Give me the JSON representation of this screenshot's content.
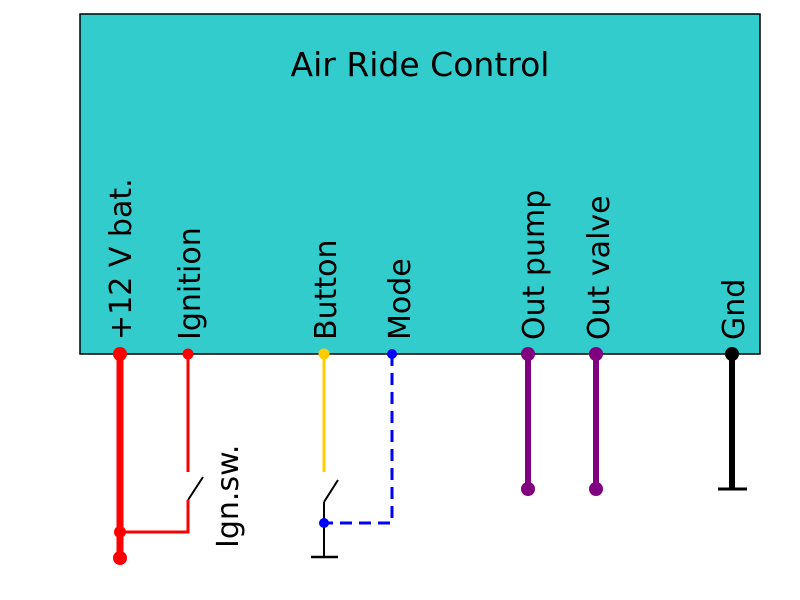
{
  "title": "Air Ride Control",
  "colors": {
    "box": "#33cccc",
    "battery": "#ff0000",
    "ignition": "#ff0000",
    "button": "#ffcc00",
    "mode": "#0000ff",
    "pump": "#800080",
    "valve": "#800080",
    "ground": "#000000"
  },
  "pins": {
    "battery": "+12 V bat.",
    "ignition": "Ignition",
    "button": "Button",
    "mode": "Mode",
    "pump": "Out pump",
    "valve": "Out valve",
    "ground": "Gnd"
  },
  "switch_label": "Ign.sw."
}
